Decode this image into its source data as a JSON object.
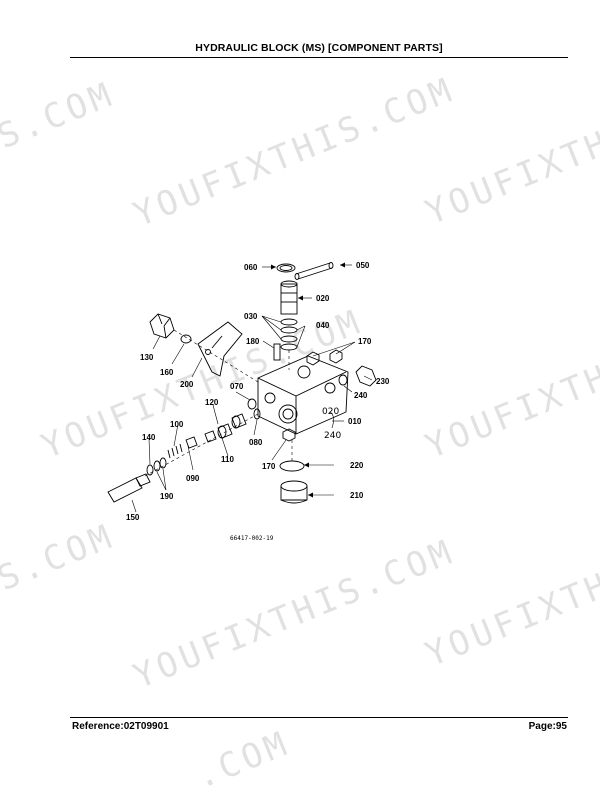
{
  "header": {
    "title": "HYDRAULIC BLOCK (MS)   [COMPONENT PARTS]"
  },
  "footer": {
    "reference": "Reference:02T09901",
    "page": "Page:95"
  },
  "watermarks": [
    "S.COM",
    "YOUFIXTHIS.COM",
    "YOUFIXTHIS",
    "YOUFIXTHIS.COM",
    "YOUFIXTHIS",
    "S.COM",
    "YOUFIXTHIS.COM",
    "YOUFIXTHIS",
    ".COM"
  ],
  "diagram": {
    "drawing_ref": "66417-002-19",
    "parts": {
      "p050": "050",
      "p060": "060",
      "p020": "020",
      "p030": "030",
      "p040": "040",
      "p180": "180",
      "p170a": "170",
      "p130": "130",
      "p160": "160",
      "p200": "200",
      "p070": "070",
      "p230": "230",
      "p240": "240",
      "p120": "120",
      "p010": "010",
      "p100": "100",
      "p080": "080",
      "p140": "140",
      "p110": "110",
      "p170b": "170",
      "p220": "220",
      "p090": "090",
      "p190": "190",
      "p210": "210",
      "p150": "150"
    },
    "handwritten": {
      "a": "020",
      "b": "240"
    }
  }
}
